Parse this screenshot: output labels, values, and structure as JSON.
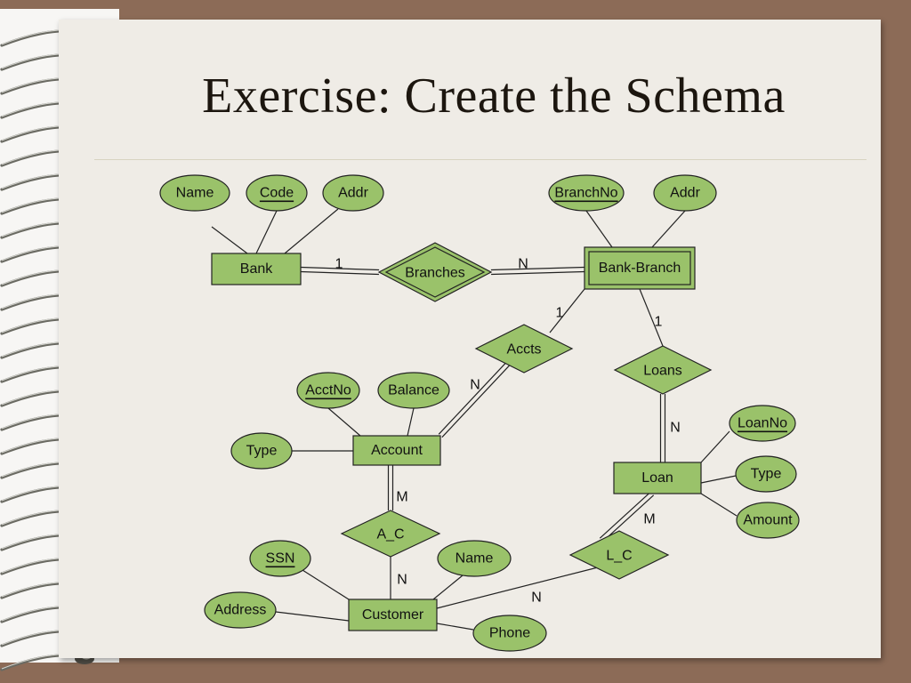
{
  "slide": {
    "title": "Exercise: Create the Schema"
  },
  "colors": {
    "background": "#8c6b57",
    "paper": "#efece6",
    "shape_fill": "#9ac26a",
    "ink": "#111111"
  },
  "diagram": {
    "entities": [
      {
        "id": "bank",
        "label": "Bank",
        "weak": false
      },
      {
        "id": "bank-branch",
        "label": "Bank-Branch",
        "weak": true
      },
      {
        "id": "account",
        "label": "Account",
        "weak": false
      },
      {
        "id": "loan",
        "label": "Loan",
        "weak": false
      },
      {
        "id": "customer",
        "label": "Customer",
        "weak": false
      }
    ],
    "relationships": [
      {
        "id": "branches",
        "label": "Branches",
        "identifying": true
      },
      {
        "id": "accts",
        "label": "Accts",
        "identifying": false
      },
      {
        "id": "loans",
        "label": "Loans",
        "identifying": false
      },
      {
        "id": "a-c",
        "label": "A_C",
        "identifying": false
      },
      {
        "id": "l-c",
        "label": "L_C",
        "identifying": false
      }
    ],
    "attributes": [
      {
        "id": "bank-name",
        "label": "Name",
        "key": false,
        "of": "bank"
      },
      {
        "id": "bank-code",
        "label": "Code",
        "key": true,
        "of": "bank"
      },
      {
        "id": "bank-addr",
        "label": "Addr",
        "key": false,
        "of": "bank"
      },
      {
        "id": "branchno",
        "label": "BranchNo",
        "key": true,
        "of": "bank-branch"
      },
      {
        "id": "branch-addr",
        "label": "Addr",
        "key": false,
        "of": "bank-branch"
      },
      {
        "id": "acctno",
        "label": "AcctNo",
        "key": true,
        "of": "account"
      },
      {
        "id": "balance",
        "label": "Balance",
        "key": false,
        "of": "account"
      },
      {
        "id": "acct-type",
        "label": "Type",
        "key": false,
        "of": "account"
      },
      {
        "id": "loanno",
        "label": "LoanNo",
        "key": true,
        "of": "loan"
      },
      {
        "id": "loan-type",
        "label": "Type",
        "key": false,
        "of": "loan"
      },
      {
        "id": "amount",
        "label": "Amount",
        "key": false,
        "of": "loan"
      },
      {
        "id": "ssn",
        "label": "SSN",
        "key": true,
        "of": "customer"
      },
      {
        "id": "cust-name",
        "label": "Name",
        "key": false,
        "of": "customer"
      },
      {
        "id": "address",
        "label": "Address",
        "key": false,
        "of": "customer"
      },
      {
        "id": "phone",
        "label": "Phone",
        "key": false,
        "of": "customer"
      }
    ],
    "connections": [
      {
        "from": "bank",
        "to": "branches",
        "label": "1",
        "double": true
      },
      {
        "from": "branches",
        "to": "bank-branch",
        "label": "N",
        "double": true
      },
      {
        "from": "bank-branch",
        "to": "accts",
        "label": "1",
        "double": false
      },
      {
        "from": "accts",
        "to": "account",
        "label": "N",
        "double": true
      },
      {
        "from": "bank-branch",
        "to": "loans",
        "label": "1",
        "double": false
      },
      {
        "from": "loans",
        "to": "loan",
        "label": "N",
        "double": true
      },
      {
        "from": "account",
        "to": "a-c",
        "label": "M",
        "double": true
      },
      {
        "from": "a-c",
        "to": "customer",
        "label": "N",
        "double": false
      },
      {
        "from": "loan",
        "to": "l-c",
        "label": "M",
        "double": true
      },
      {
        "from": "l-c",
        "to": "customer",
        "label": "N",
        "double": false
      }
    ]
  }
}
